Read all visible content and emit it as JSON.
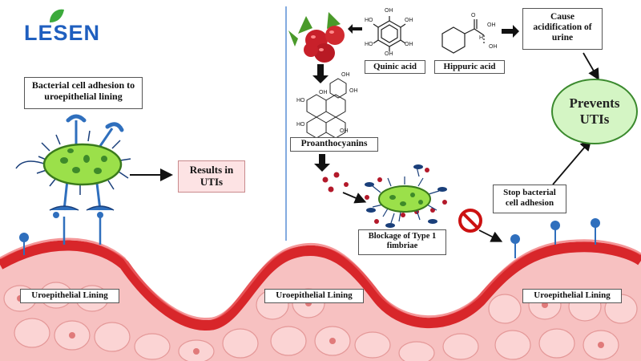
{
  "logo": {
    "text": "LESEN",
    "brand_color": "#1f5fbf",
    "leaf_color": "#3caa3c"
  },
  "left_panel": {
    "adhesion_label": "Bacterial cell adhesion to uroepithelial lining",
    "result_label": "Results in UTIs"
  },
  "right_panel": {
    "quinic_acid": "Quinic acid",
    "hippuric_acid": "Hippuric acid",
    "acidification": "Cause acidification of urine",
    "prevents": "Prevents UTIs",
    "proanthocyanins": "Proanthocyanins",
    "blockage": "Blockage of Type 1 fimbriae",
    "stop_adhesion": "Stop bacterial cell adhesion",
    "chem_oh": "OH",
    "chem_ho": "HO",
    "chem_o": "O",
    "chem_h": "H"
  },
  "lining_labels": [
    "Uroepithelial Lining",
    "Uroepithelial Lining",
    "Uroepithelial Lining"
  ],
  "colors": {
    "bacteria": "#9be04a",
    "lining": "#e23a3c",
    "cells": "#f6b1b1",
    "receptor": "#2f6fbd",
    "blocker": "#b3192a"
  }
}
